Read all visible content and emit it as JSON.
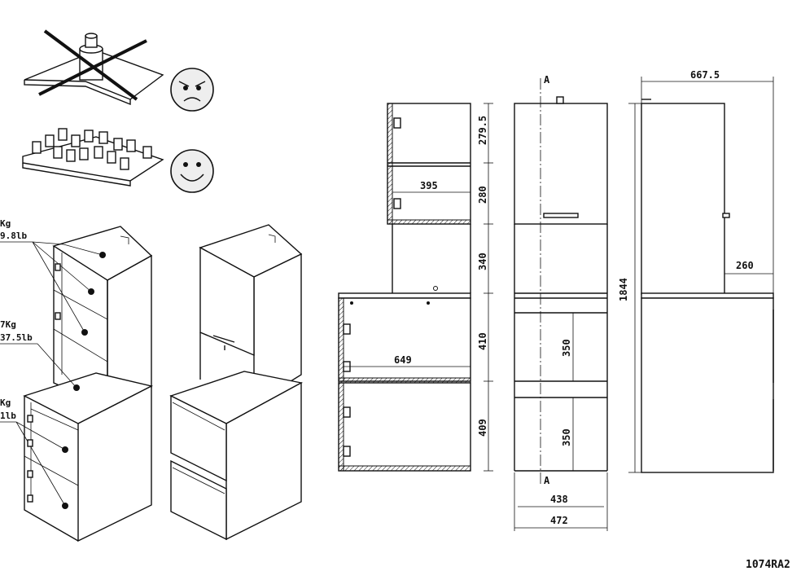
{
  "load_labels": [
    {
      "kg": "Kg",
      "lb": "9.8lb"
    },
    {
      "kg": "7Kg",
      "lb": "37.5lb"
    },
    {
      "kg": "Kg",
      "lb": "1lb"
    }
  ],
  "dimensions": {
    "front_width_inner": "649",
    "upper_inner_width": "395",
    "h1": "279.5",
    "h2": "280",
    "h3": "340",
    "h4": "410",
    "h5": "409",
    "door_h1": "350",
    "door_h2": "350",
    "total_height": "1844",
    "width_438": "438",
    "width_472": "472",
    "depth_total": "667.5",
    "depth_upper": "260"
  },
  "section_markers": {
    "top": "A",
    "bottom": "A"
  },
  "reference_code": "1074RA2"
}
